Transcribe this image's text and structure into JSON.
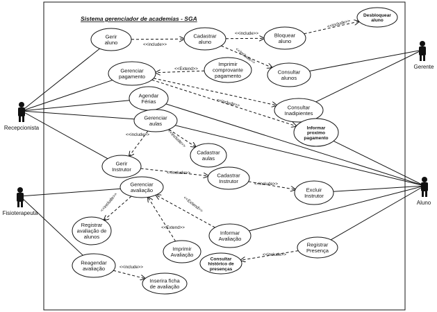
{
  "system": {
    "title": "Sistema gerenciador de academias - SGA"
  },
  "actors": [
    {
      "id": "recepcionista",
      "name": "Recepcionista"
    },
    {
      "id": "gerente",
      "name": "Gerente"
    },
    {
      "id": "fisioterapeuta",
      "name": "Fisioterapeuta"
    },
    {
      "id": "aluno",
      "name": "Aluno"
    }
  ],
  "use_cases": [
    {
      "id": "gerir_aluno",
      "lines": [
        "Gerir",
        "aluno"
      ]
    },
    {
      "id": "cadastrar_aluno",
      "lines": [
        "Cadastrar",
        "aluno"
      ]
    },
    {
      "id": "bloquear_aluno",
      "lines": [
        "Bloquear",
        "aluno"
      ]
    },
    {
      "id": "desbloquear_aluno",
      "lines": [
        "Desbloquear",
        "aluno"
      ]
    },
    {
      "id": "consultar_alunos",
      "lines": [
        "Consultar",
        "alunos"
      ]
    },
    {
      "id": "gerenciar_pagamento",
      "lines": [
        "Gerenciar",
        "pagamento"
      ]
    },
    {
      "id": "imprimir_comprovante",
      "lines": [
        "Imprimir",
        "comprovante",
        "pagamento"
      ]
    },
    {
      "id": "agendar_ferias",
      "lines": [
        "Agendar",
        "Férias"
      ]
    },
    {
      "id": "consultar_inadipientes",
      "lines": [
        "Consultar",
        "Inadipientes"
      ]
    },
    {
      "id": "informar_proximo_pagamento",
      "lines": [
        "Informar",
        "proximo",
        "pagamento"
      ]
    },
    {
      "id": "gerenciar_aulas",
      "lines": [
        "Gerenciar",
        "aulas"
      ]
    },
    {
      "id": "cadastrar_aulas",
      "lines": [
        "Cadastrar",
        "aulas"
      ]
    },
    {
      "id": "gerir_instrutor",
      "lines": [
        "Gerir",
        "Instrutor"
      ]
    },
    {
      "id": "cadastrar_instrutor",
      "lines": [
        "Cadastrar",
        "Instrutor"
      ]
    },
    {
      "id": "excluir_instrutor",
      "lines": [
        "Excluir",
        "Instrutor"
      ]
    },
    {
      "id": "gerenciar_avaliacao",
      "lines": [
        "Gerenciar",
        "avaliação"
      ]
    },
    {
      "id": "registrar_avaliacao_alunos",
      "lines": [
        "Registrar",
        "avaliação de",
        "alunos"
      ]
    },
    {
      "id": "informar_avaliacao",
      "lines": [
        "Informar",
        "Avaliação"
      ]
    },
    {
      "id": "imprimir_avaliacao",
      "lines": [
        "Imprimir",
        "Avaliação"
      ]
    },
    {
      "id": "reagendar_avaliacao",
      "lines": [
        "Reagendar",
        "avaliação"
      ]
    },
    {
      "id": "inserir_ficha",
      "lines": [
        "Inserira ficha",
        "de avaliação"
      ]
    },
    {
      "id": "registrar_presenca",
      "lines": [
        "Registrar",
        "Presença"
      ]
    },
    {
      "id": "consultar_historico",
      "lines": [
        "Consultar",
        "histórico de",
        "presenças"
      ]
    }
  ],
  "relationships": [
    {
      "from": "gerir_aluno",
      "to": "cadastrar_aluno",
      "label": "<<include>>"
    },
    {
      "from": "cadastrar_aluno",
      "to": "bloquear_aluno",
      "label": "<<include>>"
    },
    {
      "from": "bloquear_aluno",
      "to": "desbloquear_aluno",
      "label": "<<include>>"
    },
    {
      "from": "cadastrar_aluno",
      "to": "consultar_alunos",
      "label": "<<include>>"
    },
    {
      "from": "imprimir_comprovante",
      "to": "gerenciar_pagamento",
      "label": "<<Extend>>"
    },
    {
      "from": "gerenciar_pagamento",
      "to": "consultar_inadipientes",
      "label": ""
    },
    {
      "from": "gerenciar_pagamento",
      "to": "informar_proximo_pagamento",
      "label": "<<include>>"
    },
    {
      "from": "gerenciar_aulas",
      "to": "gerir_instrutor",
      "label": "<<include>>"
    },
    {
      "from": "gerenciar_aulas",
      "to": "cadastrar_aulas",
      "label": "<<include>>"
    },
    {
      "from": "gerir_instrutor",
      "to": "cadastrar_instrutor",
      "label": "<<include>>"
    },
    {
      "from": "cadastrar_instrutor",
      "to": "excluir_instrutor",
      "label": "<<include>>"
    },
    {
      "from": "gerenciar_avaliacao",
      "to": "registrar_avaliacao_alunos",
      "label": "<<include>>"
    },
    {
      "from": "informar_avaliacao",
      "to": "gerenciar_avaliacao",
      "label": "<<Extend>>"
    },
    {
      "from": "imprimir_avaliacao",
      "to": "gerenciar_avaliacao",
      "label": "<<Extend>>"
    },
    {
      "from": "reagendar_avaliacao",
      "to": "inserir_ficha",
      "label": "<<include>>"
    },
    {
      "from": "registrar_presenca",
      "to": "consultar_historico",
      "label": "<<include>>"
    }
  ],
  "associations": [
    {
      "actor": "recepcionista",
      "use_case": "gerir_aluno"
    },
    {
      "actor": "recepcionista",
      "use_case": "gerenciar_pagamento"
    },
    {
      "actor": "recepcionista",
      "use_case": "agendar_ferias"
    },
    {
      "actor": "recepcionista",
      "use_case": "gerenciar_aulas"
    },
    {
      "actor": "recepcionista",
      "use_case": "gerir_instrutor"
    },
    {
      "actor": "gerente",
      "use_case": "consultar_alunos"
    },
    {
      "actor": "gerente",
      "use_case": "consultar_inadipientes"
    },
    {
      "actor": "fisioterapeuta",
      "use_case": "gerenciar_avaliacao"
    },
    {
      "actor": "fisioterapeuta",
      "use_case": "reagendar_avaliacao"
    },
    {
      "actor": "aluno",
      "use_case": "agendar_ferias"
    },
    {
      "actor": "aluno",
      "use_case": "gerenciar_aulas"
    },
    {
      "actor": "aluno",
      "use_case": "informar_proximo_pagamento"
    },
    {
      "actor": "aluno",
      "use_case": "excluir_instrutor"
    },
    {
      "actor": "aluno",
      "use_case": "informar_avaliacao"
    },
    {
      "actor": "aluno",
      "use_case": "registrar_presenca"
    }
  ]
}
